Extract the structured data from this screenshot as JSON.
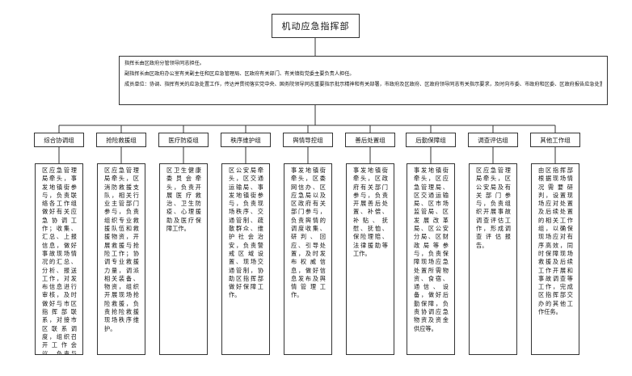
{
  "headquarters": {
    "title": "机动应急指挥部"
  },
  "leadership": {
    "lines": [
      "指挥长由区政府分管领导同志担任。",
      "副指挥长由区政府办公室有关副主任和区应急管理局、区政府有关部门、有关镇街党委主要负责人担任。",
      "成员单位：协调、指挥有关的应急处置工作，传达并贯彻落实党中央、国务院领导同志重要指示批示精神和有关部署，市政府及区政府、区政府领导同志有关指示要求，及时向市委、市政府和区委、区政府报告应急处置工作推进情况，做好应急处置工作。"
    ]
  },
  "groups": [
    {
      "name": "综合协调组",
      "duty": "区应急管理局牵头，事发地镇街参与，负责联络各工作组做好有关应急协调工作；收集、汇总、上报信息，做好事故现场情况的汇总、分析、报送工作，对发布信息进行审核，及时做好与市区指挥部联系，对接市区联系调度，组织召开工作会议，负责与各方指挥中心的沟通协调等相关工作。"
    },
    {
      "name": "抢险救援组",
      "duty": "区应急管理局牵头，区消防救援支队，相关行业主管部门参与，负责组织专业救援队伍和救援物资，开展救援与抢险工作；协调专业救援力量，调派相关装备、物资，组织开展现场抢险救援，负责抢险救援现场秩序维护。"
    },
    {
      "name": "医疗防疫组",
      "duty": "区卫生健康委员会牵头，负责开展医疗救治、卫生防疫、心理援助及医疗保障工作。"
    },
    {
      "name": "秩序维护组",
      "duty": "区公安局牵头，区交通运输局、事发地镇街参与，负责现场秩序、交通管制、疏散群众、维护社会治安，负责警戒区域设置、现场交通管制，协助区指挥部做好保障工作。"
    },
    {
      "name": "舆情导控组",
      "duty": "事发地镇街牵头，区委网信办、区应急局以及区政府有关部门参与，负责舆情的调度收集、研判、回应、引导处置，及时发布权威信息，做好信息发布及舆情管理工作。"
    },
    {
      "name": "善后处置组",
      "duty": "事发地镇街牵头，区政府有关部门参与，负责开展善后处置、补偿、补贴、抚慰、抚恤、保险理赔、法律援助等工作。"
    },
    {
      "name": "后勤保障组",
      "duty": "事发地镇街牵头，区应急管理局、区交通运输局、区市场监管局、区发展改革局、区公安分局、区财政局等参与，负责保障现场应急处置所需物资、食宿、通信、设备，做好后勤保障，负责协调应急物资及资金供应等。"
    },
    {
      "name": "调查评估组",
      "duty": "区应急管理局牵头，区公安局及有关部门参与，负责组织开展事故调查评估工作，形成调查评估报告。"
    },
    {
      "name": "其他工作组",
      "duty": "由区指挥部根据现场情况需要研判，设置现场应对处置及后续处置的相关工作组，以确保现场应对有序高效，同时保障现场救援及后续工作开展和事故调查等工作，完成区指挥部交办的其他工作任务。"
    }
  ]
}
